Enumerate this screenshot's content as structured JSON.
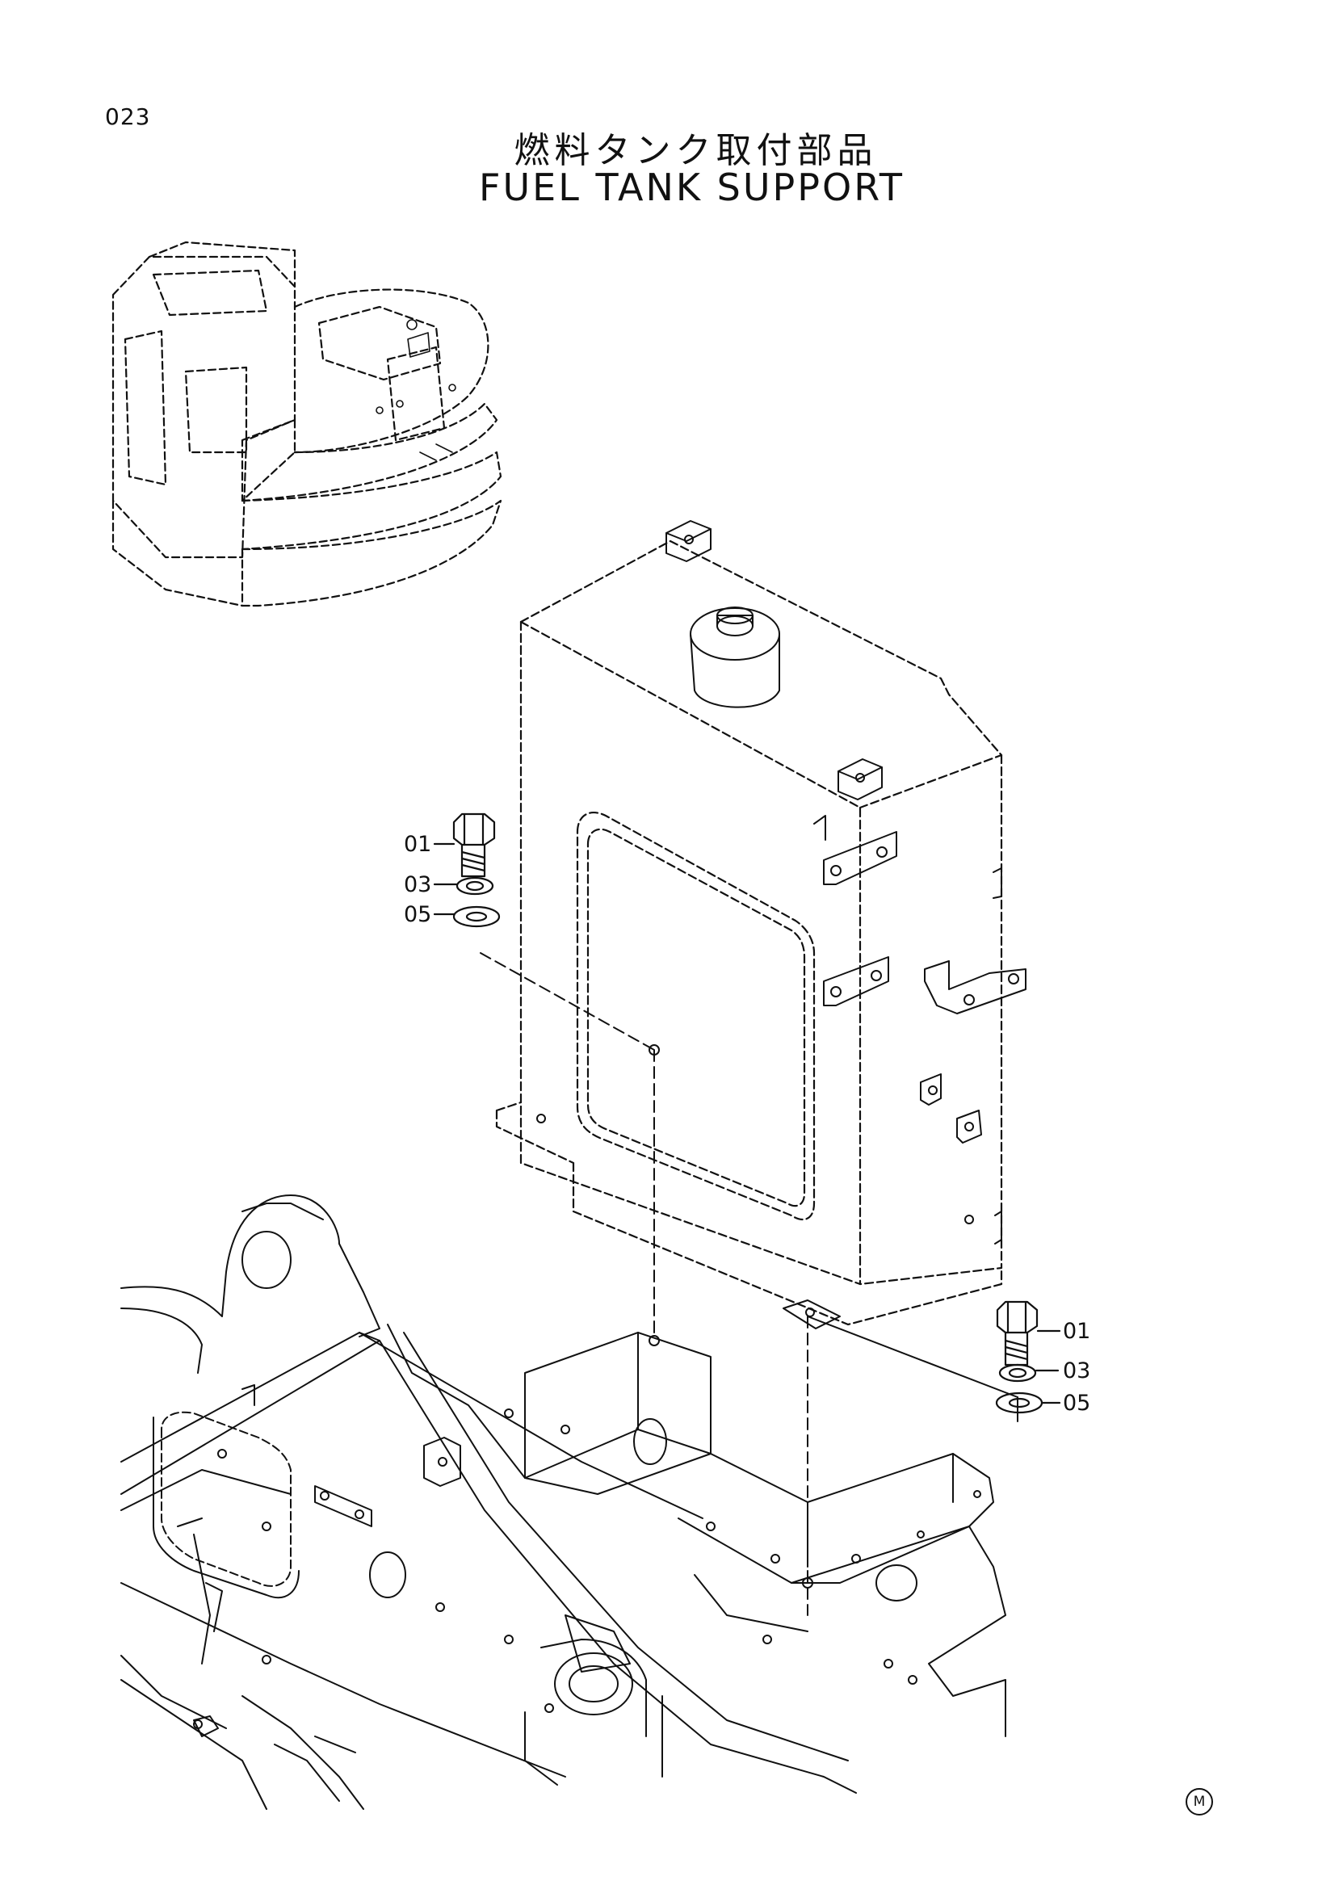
{
  "page_number": "023",
  "title_jp": "燃料タンク取付部品",
  "title_en": "FUEL TANK SUPPORT",
  "callouts": {
    "left_bolt": "01",
    "left_washer_spring": "03",
    "left_washer_plain": "05",
    "right_bolt": "01",
    "right_washer_spring": "03",
    "right_washer_plain": "05"
  },
  "maker_mark": "M"
}
